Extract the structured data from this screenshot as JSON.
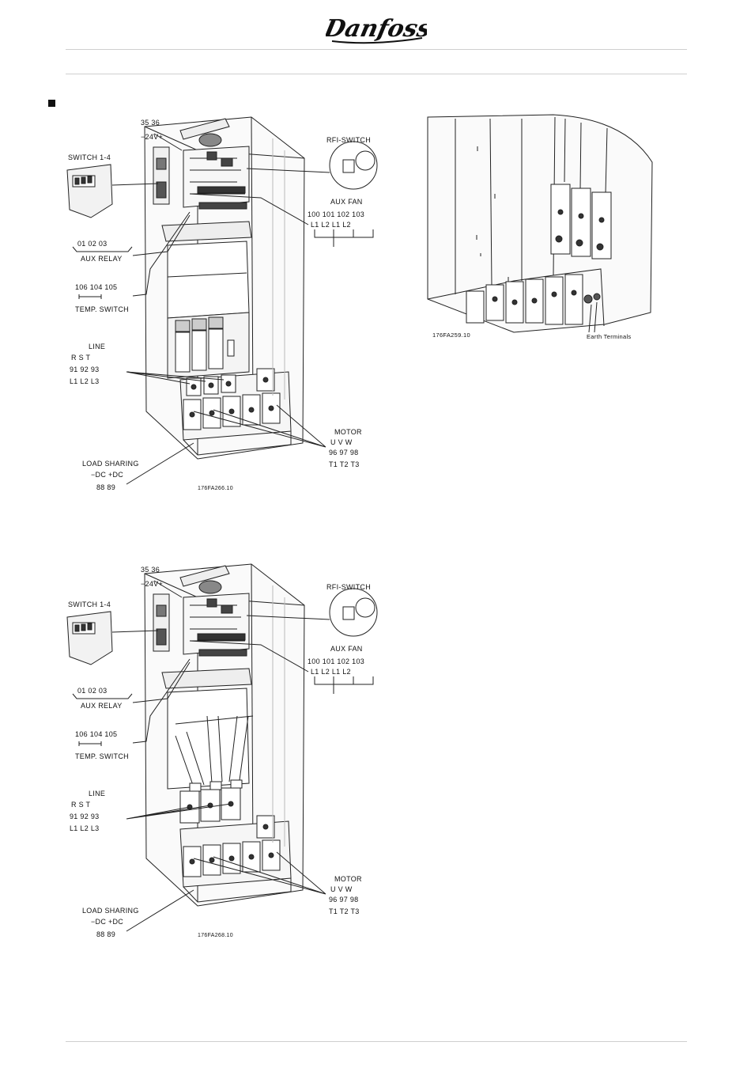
{
  "brand": {
    "logo_text": "Danfoss"
  },
  "figure1": {
    "top_terminal": {
      "numbers": "35  36",
      "label": "−24V+"
    },
    "switch_label": "SWITCH 1-4",
    "rfi_label": "RFI-SWITCH",
    "aux_fan": {
      "title": "AUX FAN",
      "numbers": "100  101  102  103",
      "phases": "L1   L2   L1   L2"
    },
    "aux_relay": {
      "numbers": "01  02  03",
      "title": "AUX RELAY"
    },
    "temp_switch": {
      "numbers": "106  104  105",
      "title": "TEMP. SWITCH"
    },
    "line": {
      "title": "LINE",
      "letters": "R      S      T",
      "numbers": "91     92     93",
      "phases": "L1     L2     L3"
    },
    "motor": {
      "title": "MOTOR",
      "letters": "U    V    W",
      "numbers": "96  97  98",
      "phases": "T1  T2  T3"
    },
    "load_sharing": {
      "title": "LOAD SHARING",
      "polarity": "−DC  +DC",
      "numbers": "88    89"
    },
    "code": "176FA266.10"
  },
  "figure2": {
    "code": "176FA259.10",
    "earth_label": "Earth Terminals"
  },
  "figure3": {
    "top_terminal": {
      "numbers": "35  36",
      "label": "−24V+"
    },
    "switch_label": "SWITCH 1-4",
    "rfi_label": "RFI-SWITCH",
    "aux_fan": {
      "title": "AUX FAN",
      "numbers": "100  101  102  103",
      "phases": "L1   L2   L1   L2"
    },
    "aux_relay": {
      "numbers": "01  02  03",
      "title": "AUX RELAY"
    },
    "temp_switch": {
      "numbers": "106  104  105",
      "title": "TEMP. SWITCH"
    },
    "line": {
      "title": "LINE",
      "letters": "R      S      T",
      "numbers": "91     92     93",
      "phases": "L1     L2     L3"
    },
    "motor": {
      "title": "MOTOR",
      "letters": "U    V    W",
      "numbers": "96  97  98",
      "phases": "T1  T2  T3"
    },
    "load_sharing": {
      "title": "LOAD SHARING",
      "polarity": "−DC  +DC",
      "numbers": "88    89"
    },
    "code": "176FA268.10"
  }
}
